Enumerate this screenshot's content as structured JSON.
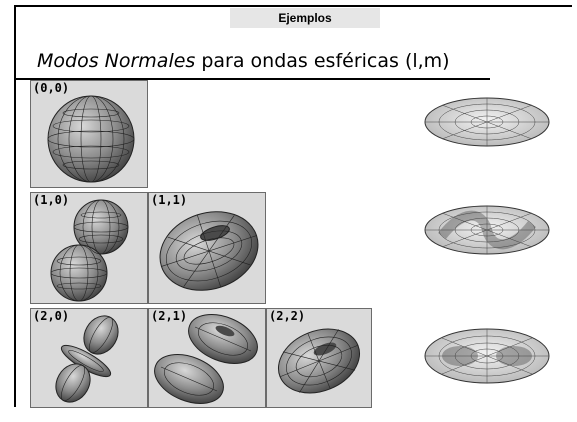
{
  "header": {
    "label": "Ejemplos"
  },
  "title": {
    "italic": "Modos Normales",
    "rest": " para ondas esféricas (l,m)"
  },
  "modes": [
    {
      "label": "(0,0)"
    },
    {
      "label": "(1,0)"
    },
    {
      "label": "(1,1)"
    },
    {
      "label": "(2,0)"
    },
    {
      "label": "(2,1)"
    },
    {
      "label": "(2,2)"
    }
  ],
  "colors": {
    "cell_bg": "#dadada",
    "surface": "#9a9a9a",
    "mesh": "#222222"
  }
}
